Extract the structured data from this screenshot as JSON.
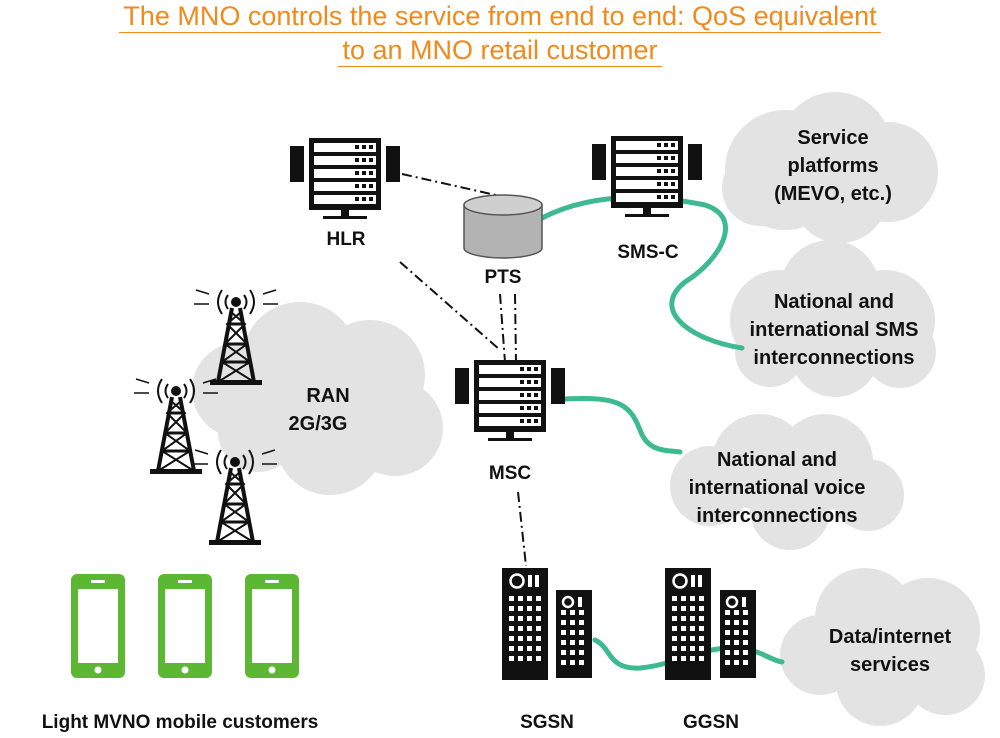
{
  "title": {
    "line1": "The MNO controls the service from end to end: QoS equivalent",
    "line2": "to an MNO retail customer"
  },
  "nodes": {
    "hlr": "HLR",
    "pts": "PTS",
    "smsc": "SMS-C",
    "msc": "MSC",
    "sgsn": "SGSN",
    "ggsn": "GGSN",
    "customers": "Light MVNO mobile customers"
  },
  "clouds": {
    "service_platforms": [
      "Service",
      "platforms",
      "(MEVO, etc.)"
    ],
    "sms_interconnections": [
      "National and",
      "international SMS",
      "interconnections"
    ],
    "ran": [
      "RAN",
      "2G/3G"
    ],
    "voice_interconnections": [
      "National and",
      "international voice",
      "interconnections"
    ],
    "data_services": [
      "Data/internet",
      "services"
    ]
  },
  "colors": {
    "title": "#f08a1c",
    "green_link": "#3dba8f",
    "phone": "#5cb833",
    "cloud": "#e3e3e3"
  }
}
